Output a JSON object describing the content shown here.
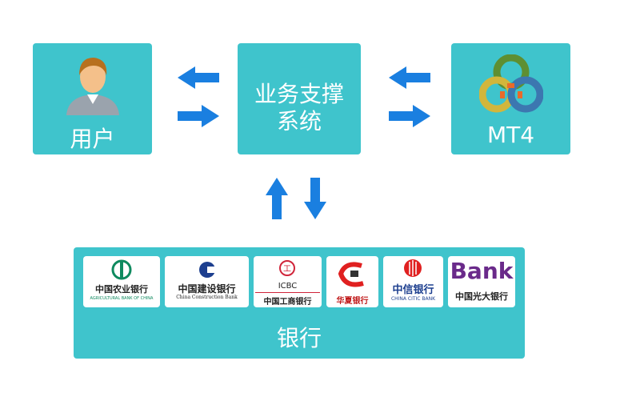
{
  "nodes": {
    "user": "用户",
    "system": "业务支撑\n系统",
    "system_line1": "业务支撑",
    "system_line2": "系统",
    "mt4": "MT4",
    "bank": "银行"
  },
  "banks": [
    {
      "cn": "中国农业银行",
      "en": "AGRICULTURAL BANK OF CHINA"
    },
    {
      "cn": "中国建设银行",
      "en": "China Construction Bank"
    },
    {
      "cn": "中国工商银行",
      "en": "ICBC"
    },
    {
      "cn": "华夏银行"
    },
    {
      "cn": "中信银行",
      "en": "CHINA CITIC BANK"
    },
    {
      "cn": "中国光大银行",
      "en": "Bank"
    }
  ],
  "colors": {
    "box": "#3fc4cc",
    "arrow": "#1a7fe0"
  }
}
